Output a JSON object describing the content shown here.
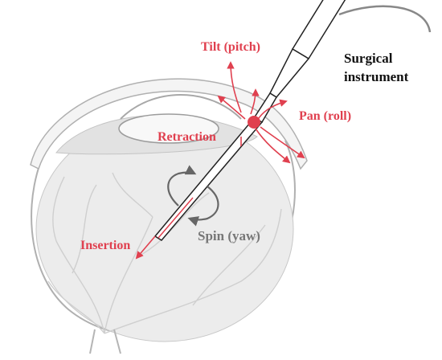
{
  "labels": {
    "tilt": "Tilt (pitch)",
    "surgical_instrument": "Surgical\ninstrument",
    "pan": "Pan (roll)",
    "retraction": "Retraction",
    "spin": "Spin (yaw)",
    "insertion": "Insertion"
  },
  "colors": {
    "motion_accent": "#e0404f",
    "spin_arrows": "#666666",
    "instrument_outline": "#222222",
    "eye_fill": "#ececec",
    "eye_outline": "#aaaaaa",
    "background": "#ffffff"
  }
}
